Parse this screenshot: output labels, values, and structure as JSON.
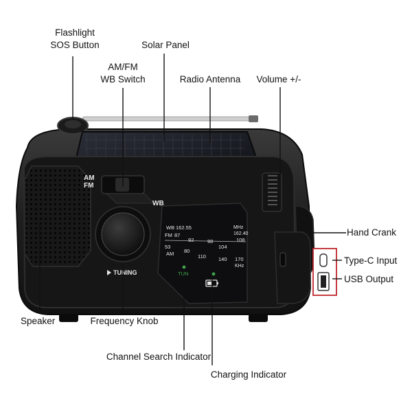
{
  "callouts": {
    "flashlight": [
      "Flashlight",
      "SOS Button"
    ],
    "solar_panel": "Solar Panel",
    "band_switch": [
      "AM/FM",
      "WB Switch"
    ],
    "antenna": "Radio Antenna",
    "volume": "Volume +/-",
    "hand_crank": "Hand Crank",
    "type_c": "Type-C Input",
    "usb_out": "USB Output",
    "speaker": "Speaker",
    "frequency_knob": "Frequency Knob",
    "channel_search": "Channel Search Indicator",
    "charging": "Charging Indicator"
  },
  "device": {
    "switch_labels": {
      "am": "AM",
      "fm": "FM",
      "wb": "WB"
    },
    "tuning_label": "TUNING",
    "scale": {
      "wb_row": [
        "WB",
        "162.55",
        "162.40"
      ],
      "fm_row": [
        "FM",
        "87",
        "92",
        "98",
        "104",
        "108"
      ],
      "am_row": [
        "53",
        "AM",
        "80",
        "110",
        "140",
        "170"
      ],
      "units": {
        "mhz": "MHz",
        "khz": "KHz"
      }
    },
    "tun_label": "TUN"
  },
  "colors": {
    "body": "#1c1c1c",
    "body_edge": "#2b2b2b",
    "callout_box": "#c0262d",
    "tun_led": "#3fa34d"
  }
}
